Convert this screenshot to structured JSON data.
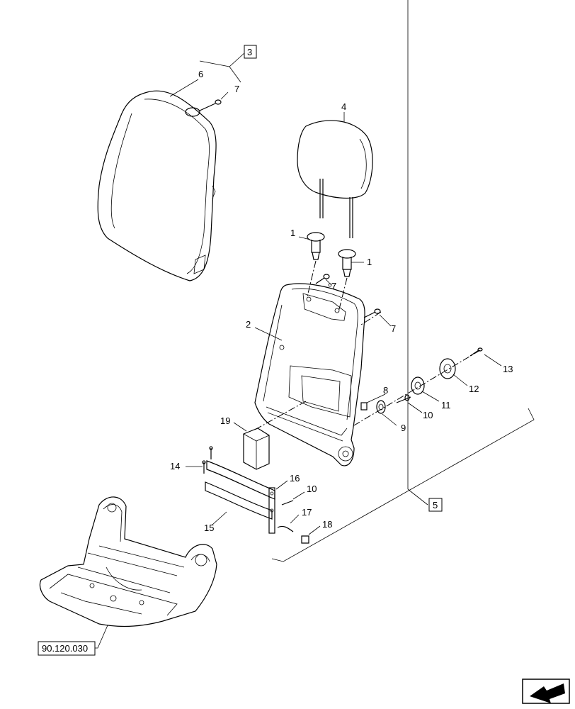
{
  "callouts": [
    "1",
    "1",
    "2",
    "4",
    "6",
    "7",
    "7",
    "7",
    "8",
    "9",
    "10",
    "10",
    "11",
    "12",
    "13",
    "14",
    "15",
    "16",
    "17",
    "18",
    "19"
  ],
  "ref_boxes": {
    "group_3": "3",
    "group_5": "5",
    "cross_reference": "90.120.030"
  },
  "nav_icon": "next-page-arrow-icon"
}
